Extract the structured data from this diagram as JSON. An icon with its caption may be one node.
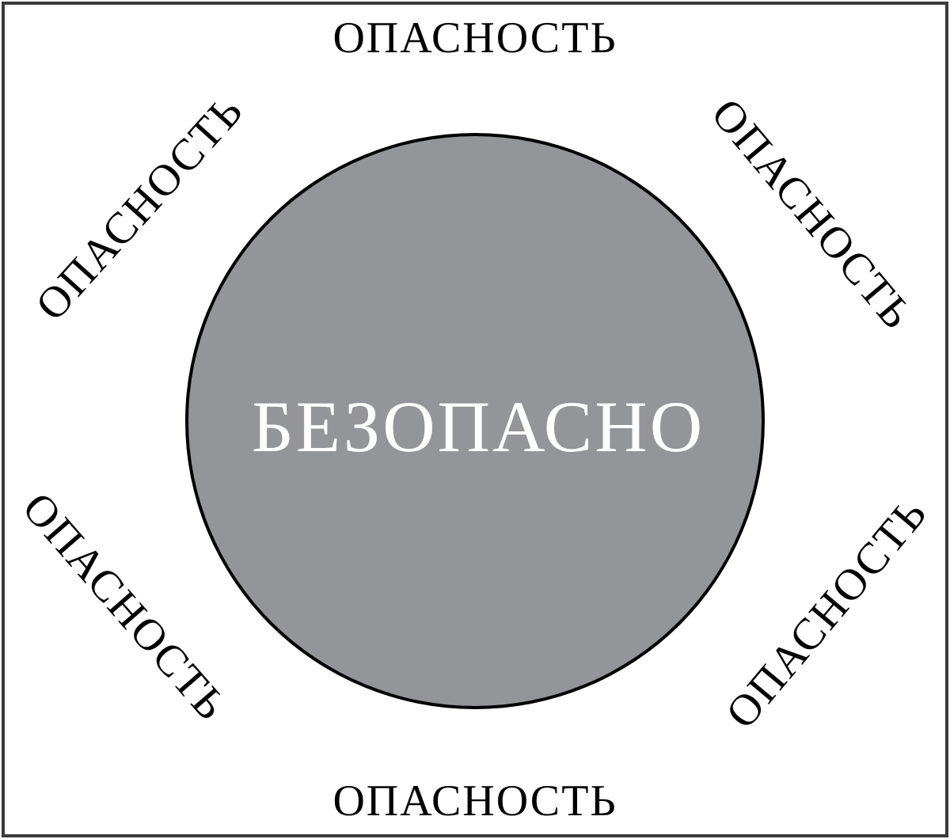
{
  "diagram": {
    "nodes": [
      {
        "text": [
          "ОПАСНОСТЬ",
          "ОПАСНОСТЬ",
          "ОПАСНОСТЬ",
          "ОПАСНОСТЬ",
          "ОПАСНОСТЬ",
          "ОПАСНОСТЬ"
        ]
      },
      {
        "text": [
          "БЕЗОПАСНО"
        ],
        "in": 0
      }
    ],
    "edges": []
  }
}
